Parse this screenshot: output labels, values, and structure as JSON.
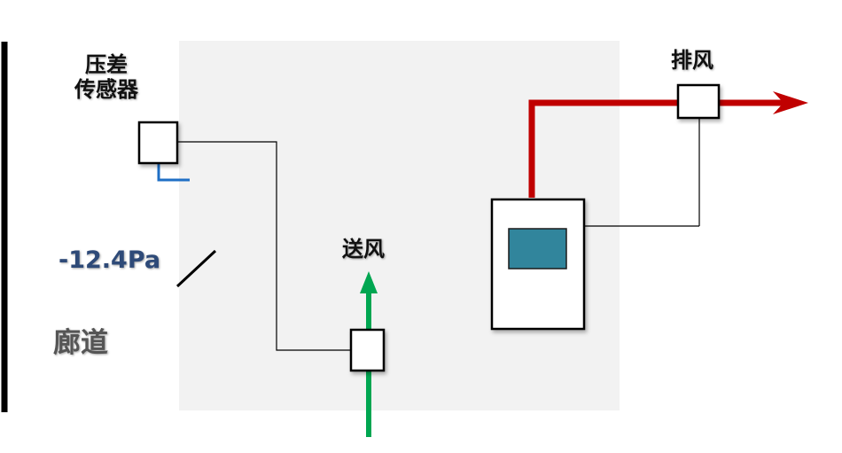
{
  "labels": {
    "sensor_line1": "压差",
    "sensor_line2": "传感器",
    "exhaust": "排风",
    "supply": "送风",
    "pressure": "-12.4Pa",
    "corridor": "廊道"
  },
  "colors": {
    "exhaust_duct": "#c00000",
    "supply_duct": "#00a651",
    "room_fill": "#f2f2f2",
    "sensor_tube": "#1f6fc5",
    "screen": "#31859c",
    "pressure_text": "#2e4a78",
    "corridor_text": "#555555"
  }
}
